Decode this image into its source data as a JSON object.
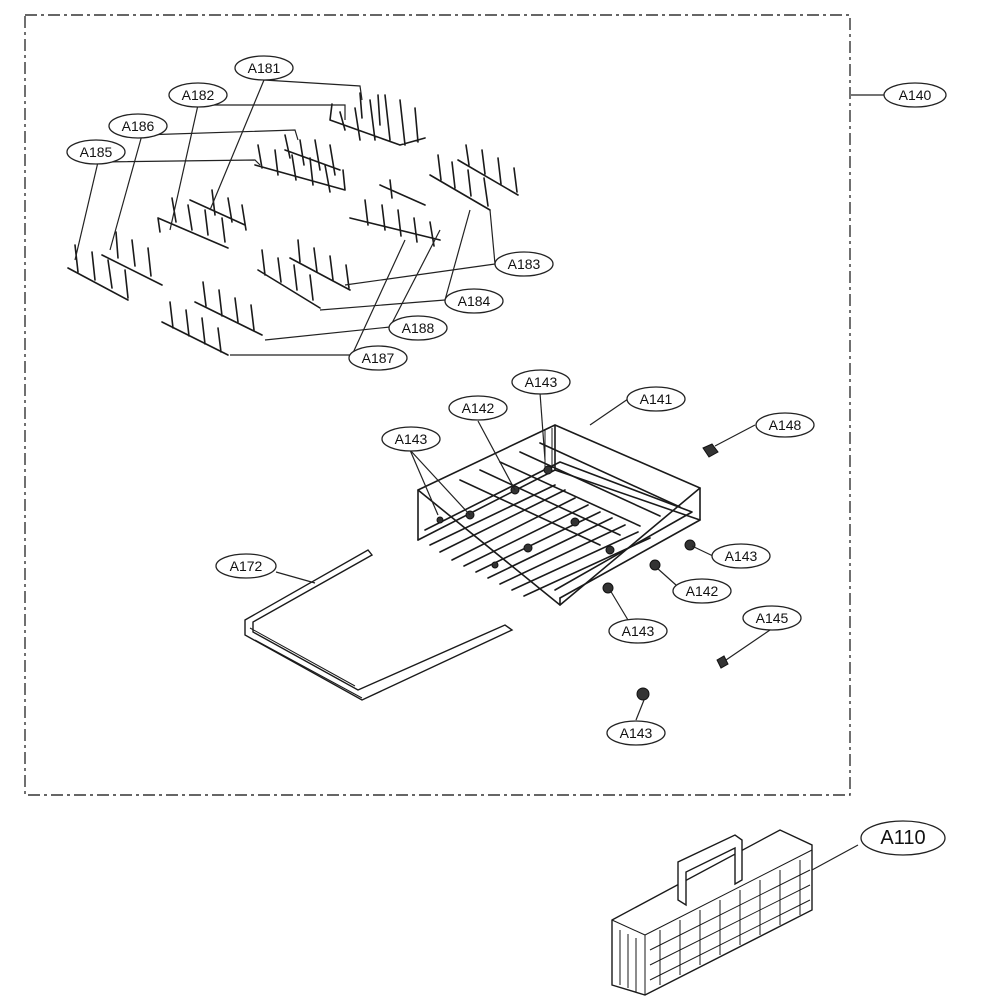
{
  "callouts": {
    "A140": "A140",
    "A181": "A181",
    "A182": "A182",
    "A186": "A186",
    "A185": "A185",
    "A183": "A183",
    "A184": "A184",
    "A188": "A188",
    "A187": "A187",
    "A143_top": "A143",
    "A142_top": "A142",
    "A141": "A141",
    "A143_left": "A143",
    "A148": "A148",
    "A143_right": "A143",
    "A142_bottom": "A142",
    "A143_bottom": "A143",
    "A145": "A145",
    "A172": "A172",
    "A143_loose": "A143",
    "A110": "A110"
  }
}
